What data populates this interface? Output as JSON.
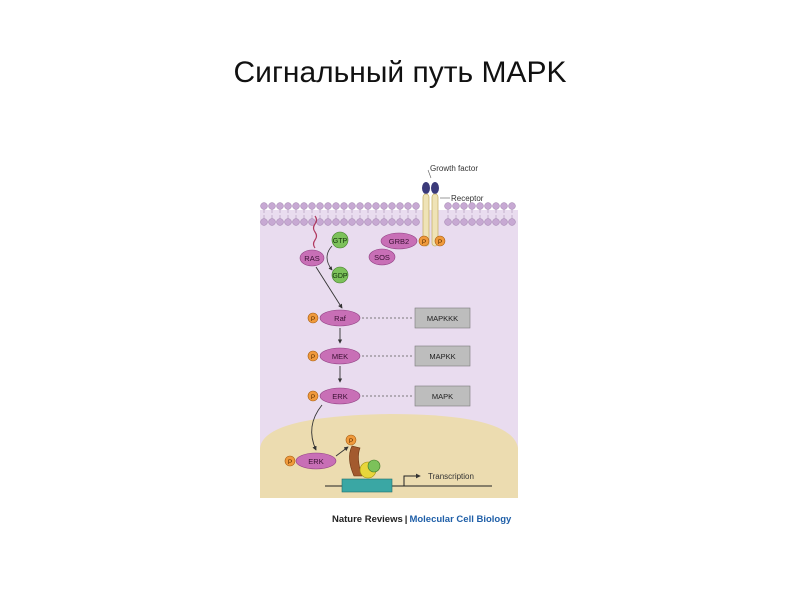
{
  "page": {
    "title": "Сигнальный путь MAPK"
  },
  "diagram": {
    "labels": {
      "growth_factor": "Growth factor",
      "receptor": "Receptor",
      "transcription": "Transcription"
    },
    "molecules": {
      "ras": "RAS",
      "gtp": "GTP",
      "gdp": "GDP",
      "grb2": "GRB2",
      "sos": "SOS",
      "raf": "Raf",
      "mek": "MEK",
      "erk": "ERK",
      "erk_nuclear": "ERK",
      "phospho": "P"
    },
    "tiers": {
      "mapkkk": "MAPKKK",
      "mapkk": "MAPKK",
      "mapk": "MAPK"
    }
  },
  "credit": {
    "journal": "Nature Reviews",
    "separator": "|",
    "section": "Molecular Cell Biology"
  },
  "colors": {
    "cytoplasm": "#e9dcef",
    "nucleus": "#ecdcb0",
    "membrane_bead": "#c7a9d3",
    "kinase": "#c86fb6",
    "nucleotide": "#7cc15a",
    "phospho": "#f09a3c",
    "tier_box": "#bdbdbd",
    "dna_box": "#3aa7a4"
  }
}
